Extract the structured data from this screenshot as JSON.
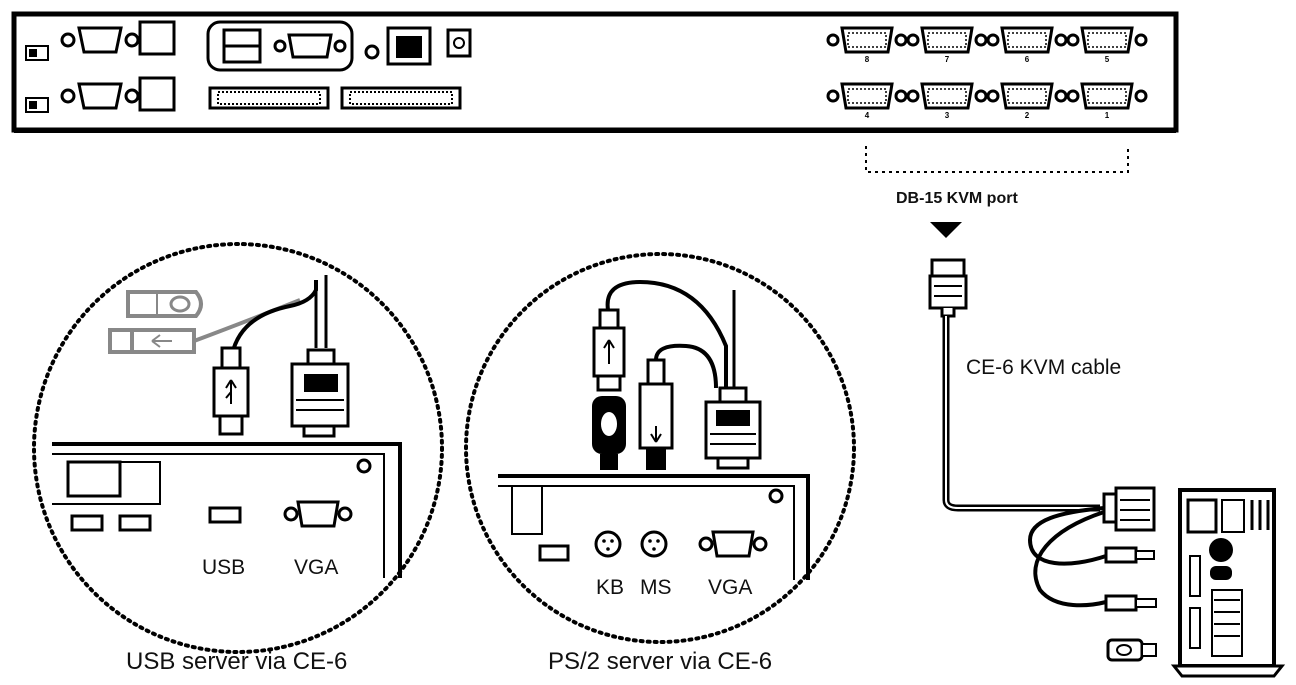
{
  "switch": {
    "port_numbers_top": [
      "8",
      "7",
      "6",
      "5"
    ],
    "port_numbers_bottom": [
      "4",
      "3",
      "2",
      "1"
    ]
  },
  "labels": {
    "kvm_port": "DB-15 KVM port",
    "cable": "CE-6 KVM cable",
    "usb_server": "USB server via CE-6",
    "ps2_server": "PS/2 server via CE-6",
    "usb_port": "USB",
    "vga_port_left": "VGA",
    "kb_port": "KB",
    "ms_port": "MS",
    "vga_port_right": "VGA"
  },
  "icons": [
    "arrow-down-icon",
    "usb-icon",
    "vga-connector-icon",
    "ps2-connector-icon",
    "computer-tower-icon"
  ]
}
